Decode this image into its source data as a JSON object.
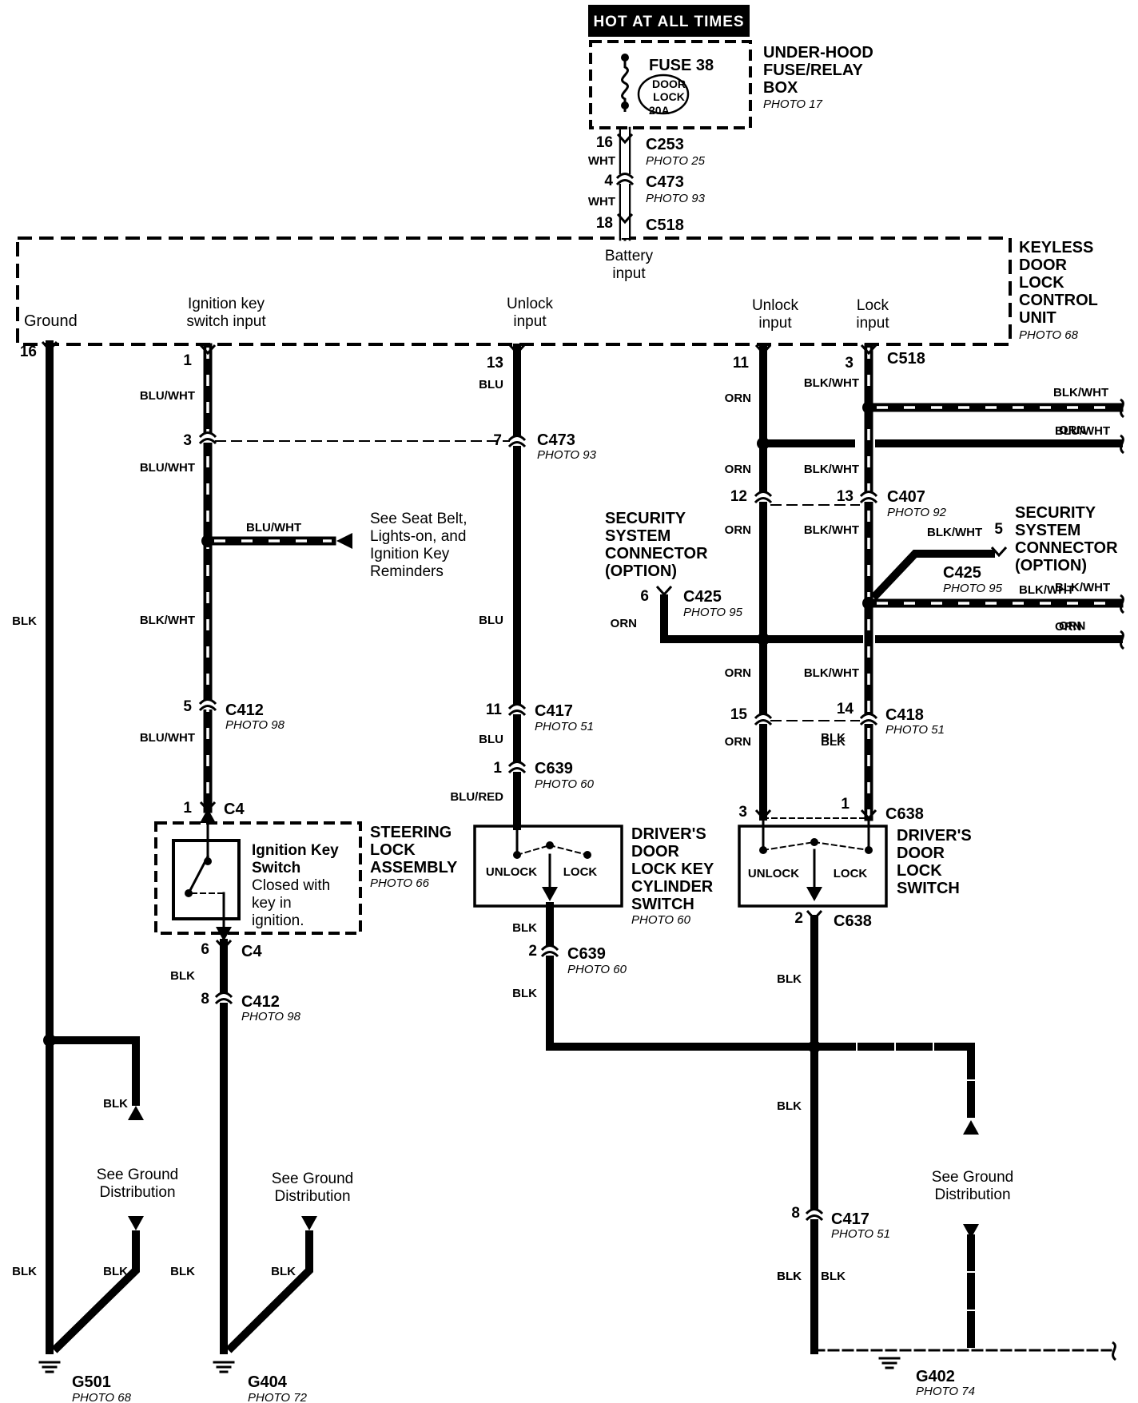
{
  "power_banner": "HOT AT ALL TIMES",
  "fuse_box": {
    "fuse": "FUSE 38",
    "circuit": [
      "DOOR",
      "LOCK"
    ],
    "rating": "20A",
    "name": [
      "UNDER-HOOD",
      "FUSE/RELAY",
      "BOX"
    ],
    "photo": "PHOTO 17"
  },
  "control_unit": {
    "name": [
      "KEYLESS",
      "DOOR",
      "LOCK",
      "CONTROL",
      "UNIT"
    ],
    "photo": "PHOTO 68"
  },
  "inputs": {
    "battery": [
      "Battery",
      "input"
    ],
    "ground": "Ground",
    "ignition": [
      "Ignition key",
      "switch input"
    ],
    "unlock_1": [
      "Unlock",
      "input"
    ],
    "unlock_2": [
      "Unlock",
      "input"
    ],
    "lock": [
      "Lock",
      "input"
    ]
  },
  "connectors": [
    "C253",
    "C473",
    "C518",
    "C518",
    "C473",
    "C407",
    "C425",
    "C425",
    "C412",
    "C417",
    "C639",
    "C418",
    "C4",
    "C638",
    "C638",
    "C4",
    "C639",
    "C412",
    "C417",
    "G501",
    "G404",
    "G402"
  ],
  "photos": [
    "PHOTO 25",
    "PHOTO 93",
    "PHOTO 93",
    "PHOTO 92",
    "PHOTO 95",
    "PHOTO 95",
    "PHOTO 98",
    "PHOTO 51",
    "PHOTO 60",
    "PHOTO 51",
    "PHOTO 60",
    "PHOTO 98",
    "PHOTO 51",
    "PHOTO 68",
    "PHOTO 72",
    "PHOTO 74",
    "PHOTO 66",
    "PHOTO 60"
  ],
  "pins": [
    "16",
    "4",
    "18",
    "16",
    "1",
    "13",
    "11",
    "3",
    "3",
    "7",
    "12",
    "13",
    "5",
    "6",
    "5",
    "11",
    "1",
    "15",
    "14",
    "1",
    "3",
    "1",
    "2",
    "6",
    "2",
    "8",
    "8"
  ],
  "wire_colors": [
    "WHT",
    "WHT",
    "BLU/WHT",
    "BLU",
    "ORN",
    "BLK/WHT",
    "BLK/WHT",
    "BLU/WHT",
    "ORN",
    "ORN",
    "BLK/WHT",
    "BLU/WHT",
    "ORN",
    "BLK/WHT",
    "BLK/WHT",
    "BLK/WHT",
    "BLK/WHT",
    "ORN",
    "ORN",
    "BLK/WHT",
    "ORN",
    "ORN",
    "BLK/WHT",
    "BLU/WHT",
    "BLU",
    "BLU",
    "BLK",
    "BLU/WHT",
    "ORN",
    "BLK",
    "BLU/RED",
    "BLK",
    "BLK",
    "BLK",
    "BLK",
    "BLK",
    "BLK",
    "BLK",
    "BLK",
    "BLK",
    "BLK",
    "BLK",
    "BLK",
    "BLK",
    "BLK"
  ],
  "components": {
    "steering_lock": [
      "STEERING",
      "LOCK",
      "ASSEMBLY"
    ],
    "ignition_switch": [
      "Ignition Key",
      "Switch",
      "Closed with",
      "key in",
      "ignition."
    ],
    "key_cylinder": [
      "DRIVER'S",
      "DOOR",
      "LOCK KEY",
      "CYLINDER",
      "SWITCH"
    ],
    "door_lock_switch": [
      "DRIVER'S",
      "DOOR",
      "LOCK",
      "SWITCH"
    ],
    "security_left": [
      "SECURITY",
      "SYSTEM",
      "CONNECTOR",
      "(OPTION)"
    ],
    "security_right": [
      "SECURITY",
      "SYSTEM",
      "CONNECTOR",
      "(OPTION)"
    ]
  },
  "switch_positions": [
    "UNLOCK",
    "LOCK",
    "UNLOCK",
    "LOCK"
  ],
  "notes": {
    "reminders": [
      "See Seat Belt,",
      "Lights-on, and",
      "Ignition Key",
      "Reminders"
    ],
    "ground_1": [
      "See Ground",
      "Distribution"
    ],
    "ground_2": [
      "See Ground",
      "Distribution"
    ],
    "ground_3": [
      "See Ground",
      "Distribution"
    ]
  }
}
